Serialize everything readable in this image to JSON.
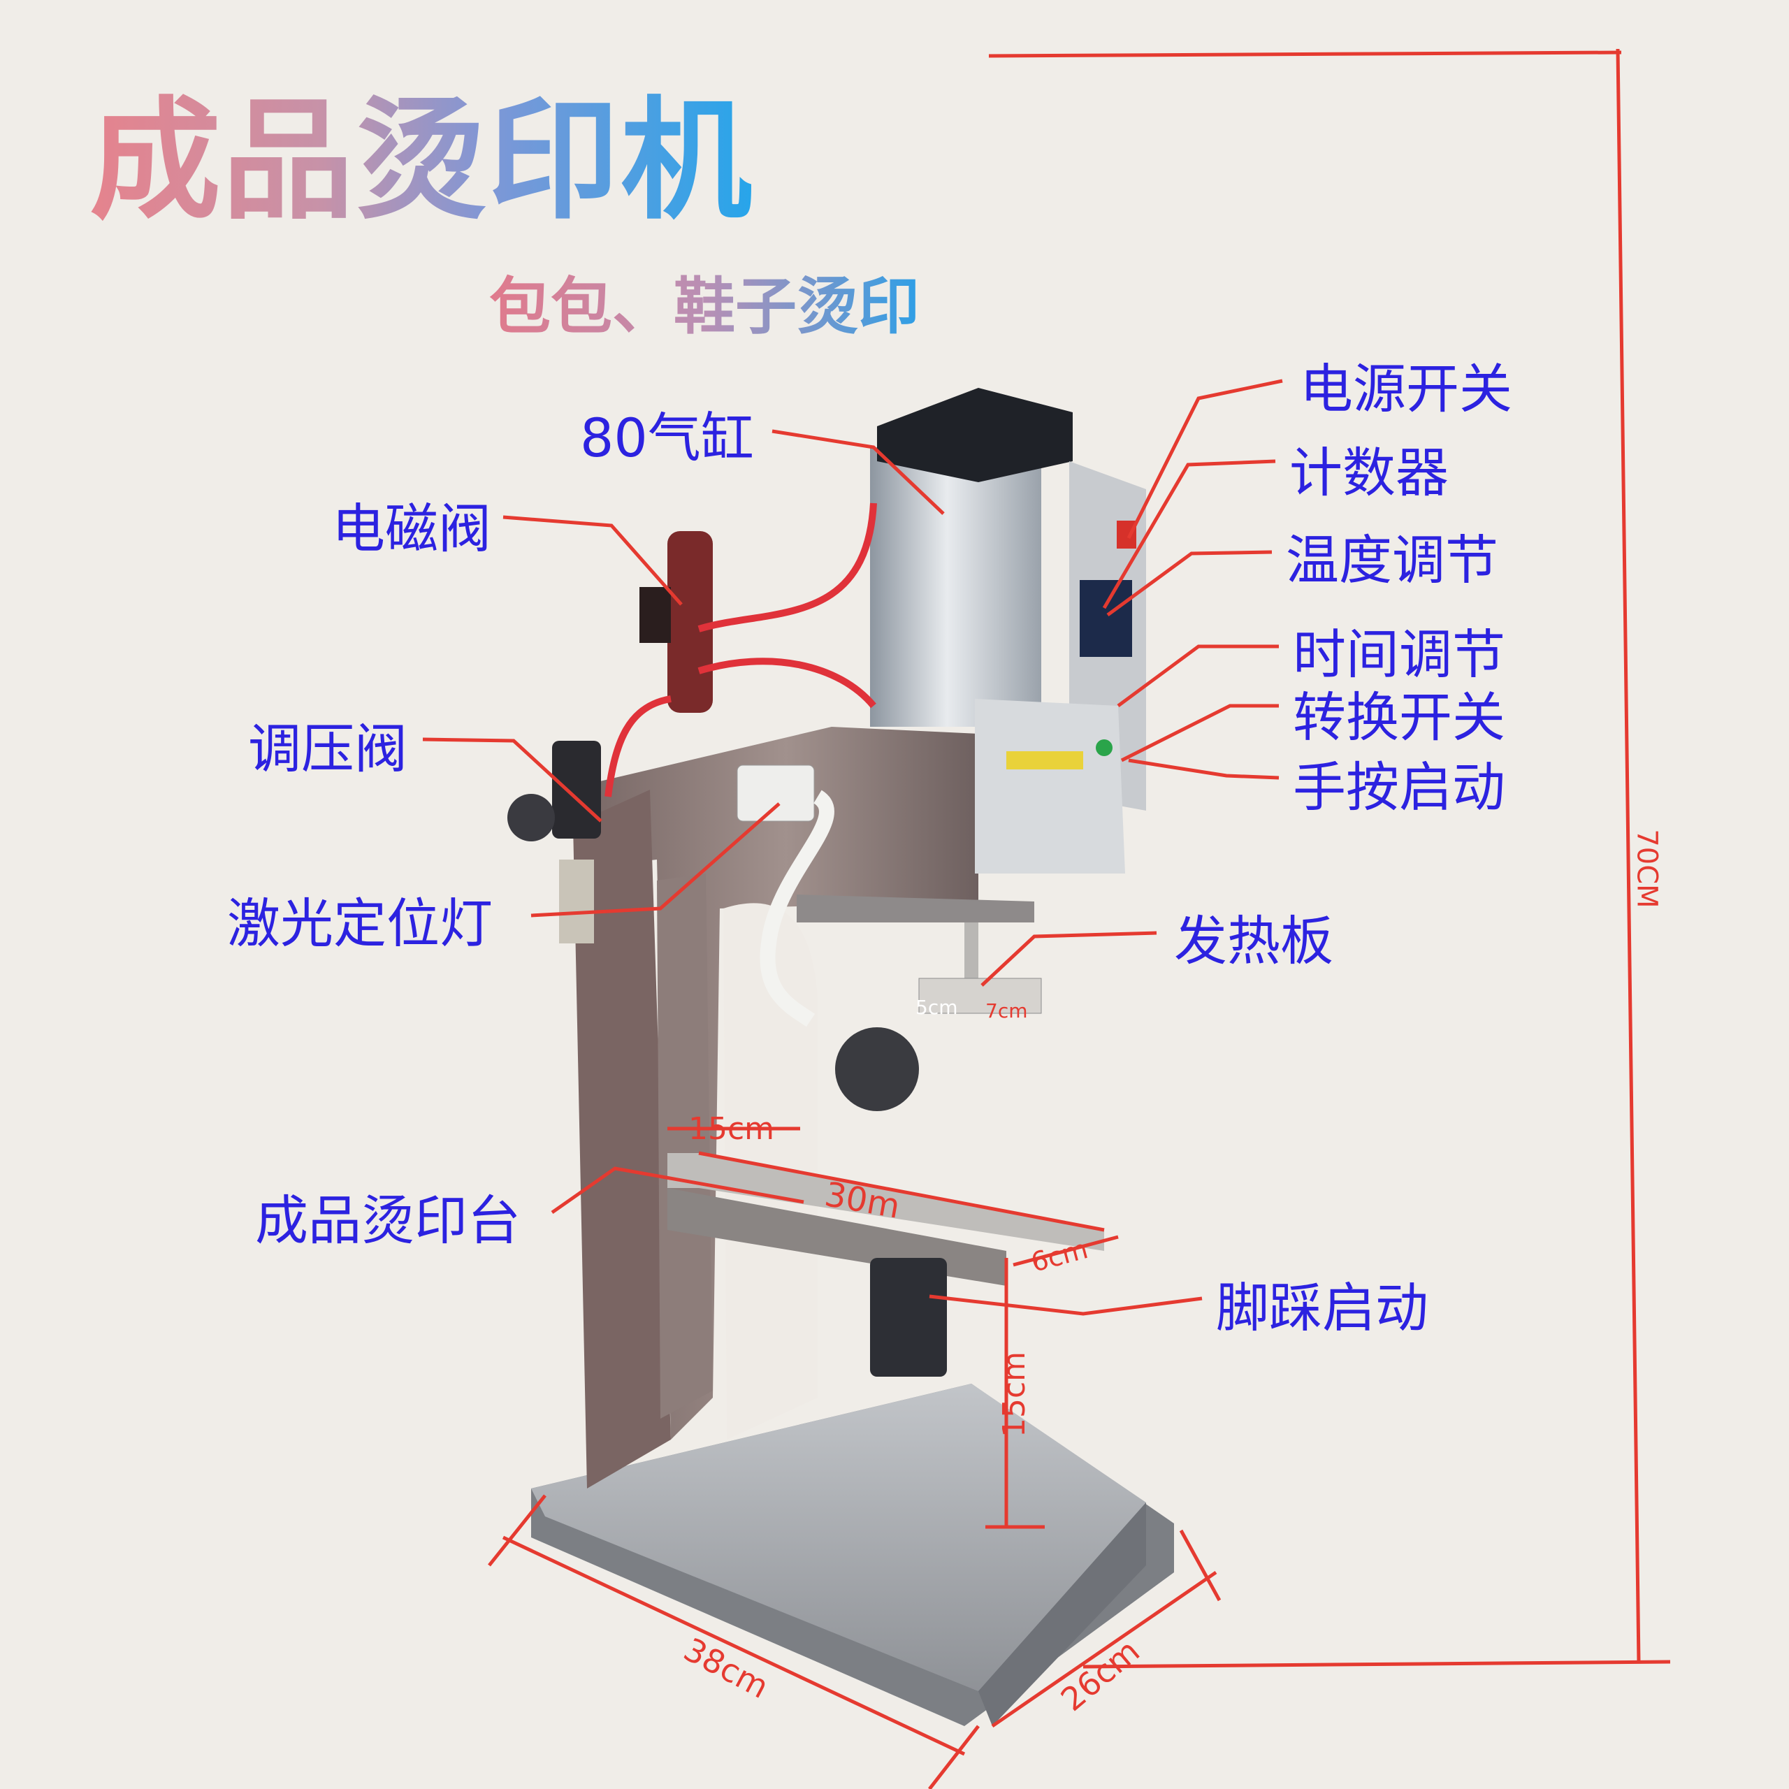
{
  "title": "成品烫印机",
  "subtitle": "包包、鞋子烫印",
  "labels": {
    "cylinder": "80气缸",
    "solenoid_valve": "电磁阀",
    "pressure_valve": "调压阀",
    "laser_light": "激光定位灯",
    "stamping_table": "成品烫印台",
    "power_switch": "电源开关",
    "counter": "计数器",
    "temp_adjust": "温度调节",
    "time_adjust": "时间调节",
    "mode_switch": "转换开关",
    "manual_start": "手按启动",
    "heating_plate": "发热板",
    "foot_start": "脚踩启动"
  },
  "dimensions": {
    "height": "70CM",
    "base_length": "38cm",
    "base_width": "26cm",
    "table_offset": "15cm",
    "table_length": "30m",
    "table_width": "6cm",
    "table_height": "15cm",
    "plate_a": "5cm",
    "plate_b": "7cm"
  },
  "colors": {
    "label": "#2c22e0",
    "leader_line": "#e53a30",
    "background": "#f0ede8"
  }
}
